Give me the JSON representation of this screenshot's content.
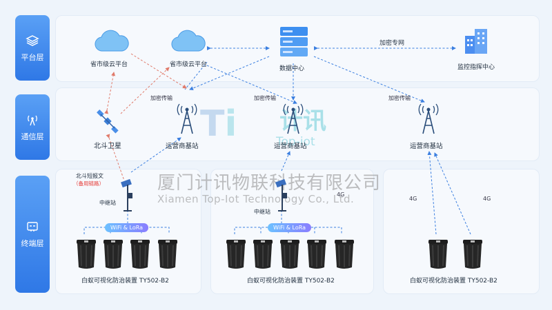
{
  "layers": {
    "platform": "平台层",
    "comm": "通信层",
    "terminal": "终端层"
  },
  "platform": {
    "cloud1": "省市级云平台",
    "cloud2": "省市级云平台",
    "datacenter": "数据中心",
    "monitor": "监控指挥中心",
    "vpn": "加密专网"
  },
  "comm": {
    "satellite": "北斗卫星",
    "station1": "运营商基站",
    "station2": "运营商基站",
    "station3": "运营商基站",
    "enc1": "加密传输",
    "enc2": "加密传输",
    "enc3": "加密传输"
  },
  "terminal": {
    "bd_msg": "北斗短报文",
    "bd_backup": "（备用链路）",
    "relay1": "中继站",
    "relay2": "中继站",
    "wifi1": "WiFi & LoRa",
    "wifi2": "WiFi & LoRa",
    "g4_1": "4G",
    "g4_2": "4G",
    "g4_3": "4G",
    "device1": "白蚁可视化防治装置 TY502-B2",
    "device2": "白蚁可视化防治装置 TY502-B2",
    "device3": "白蚁可视化防治装置 TY502-B2"
  },
  "watermark": {
    "logo": "计讯",
    "logo_en": "Top-iot",
    "company": "厦门计讯物联科技有限公司",
    "company_en": "Xiamen Top-Iot Technology Co., Ltd."
  },
  "colors": {
    "accent": "#2f78e6",
    "link_red": "#e07a6a",
    "link_blue": "#3b7fe0"
  }
}
